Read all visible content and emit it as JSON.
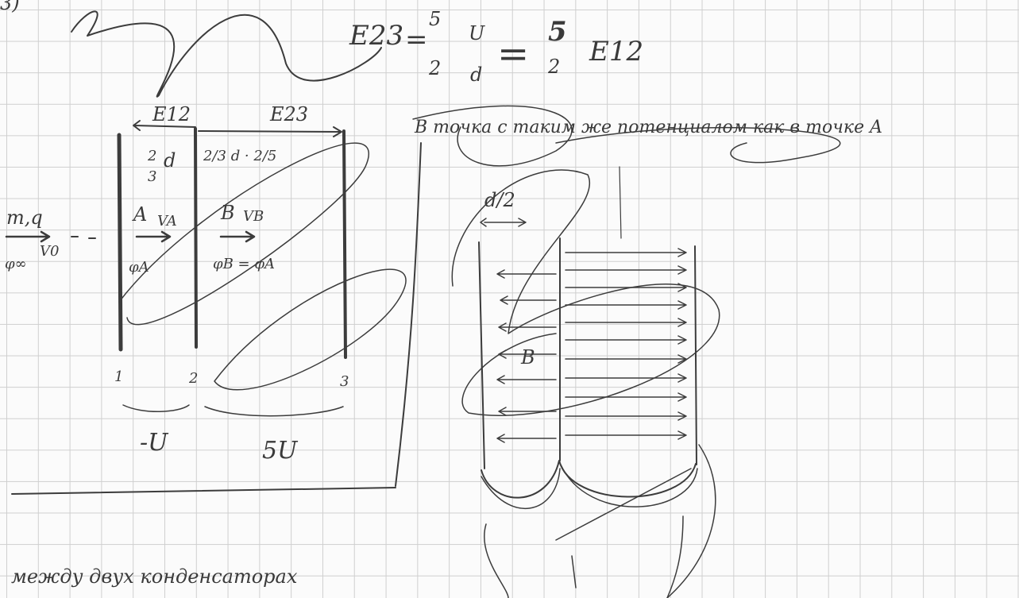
{
  "problem_number": "3)",
  "formula": {
    "lhs": "E23",
    "eq1": "=",
    "frac_a_num": "5",
    "frac_a_den": "2",
    "frac_b_num": "U",
    "frac_b_den": "d",
    "eq2": "=",
    "frac_c_num": "5",
    "frac_c_den": "2",
    "rhs": "E12"
  },
  "note": "B точка с таким же потенциалом как в точке A",
  "left_diagram": {
    "field_left": "E12",
    "field_right": "E23",
    "dist_left_num": "2",
    "dist_left_den": "3",
    "dist_left_var": "d",
    "dist_right": "2/3 d · 2/5",
    "particle": "m,q",
    "v0": "V0",
    "phi_inf": "φ∞",
    "point_a": "A",
    "va": "VA",
    "phi_a": "φA",
    "point_b": "B",
    "vb": "VB",
    "phi_eq": "φB = φA",
    "plate_labels": [
      "1",
      "2",
      "3"
    ],
    "voltage_left": "-U",
    "voltage_right": "5U"
  },
  "right_diagram": {
    "distance": "d/2",
    "point": "B"
  },
  "footer_text": "между двух конденсаторах"
}
